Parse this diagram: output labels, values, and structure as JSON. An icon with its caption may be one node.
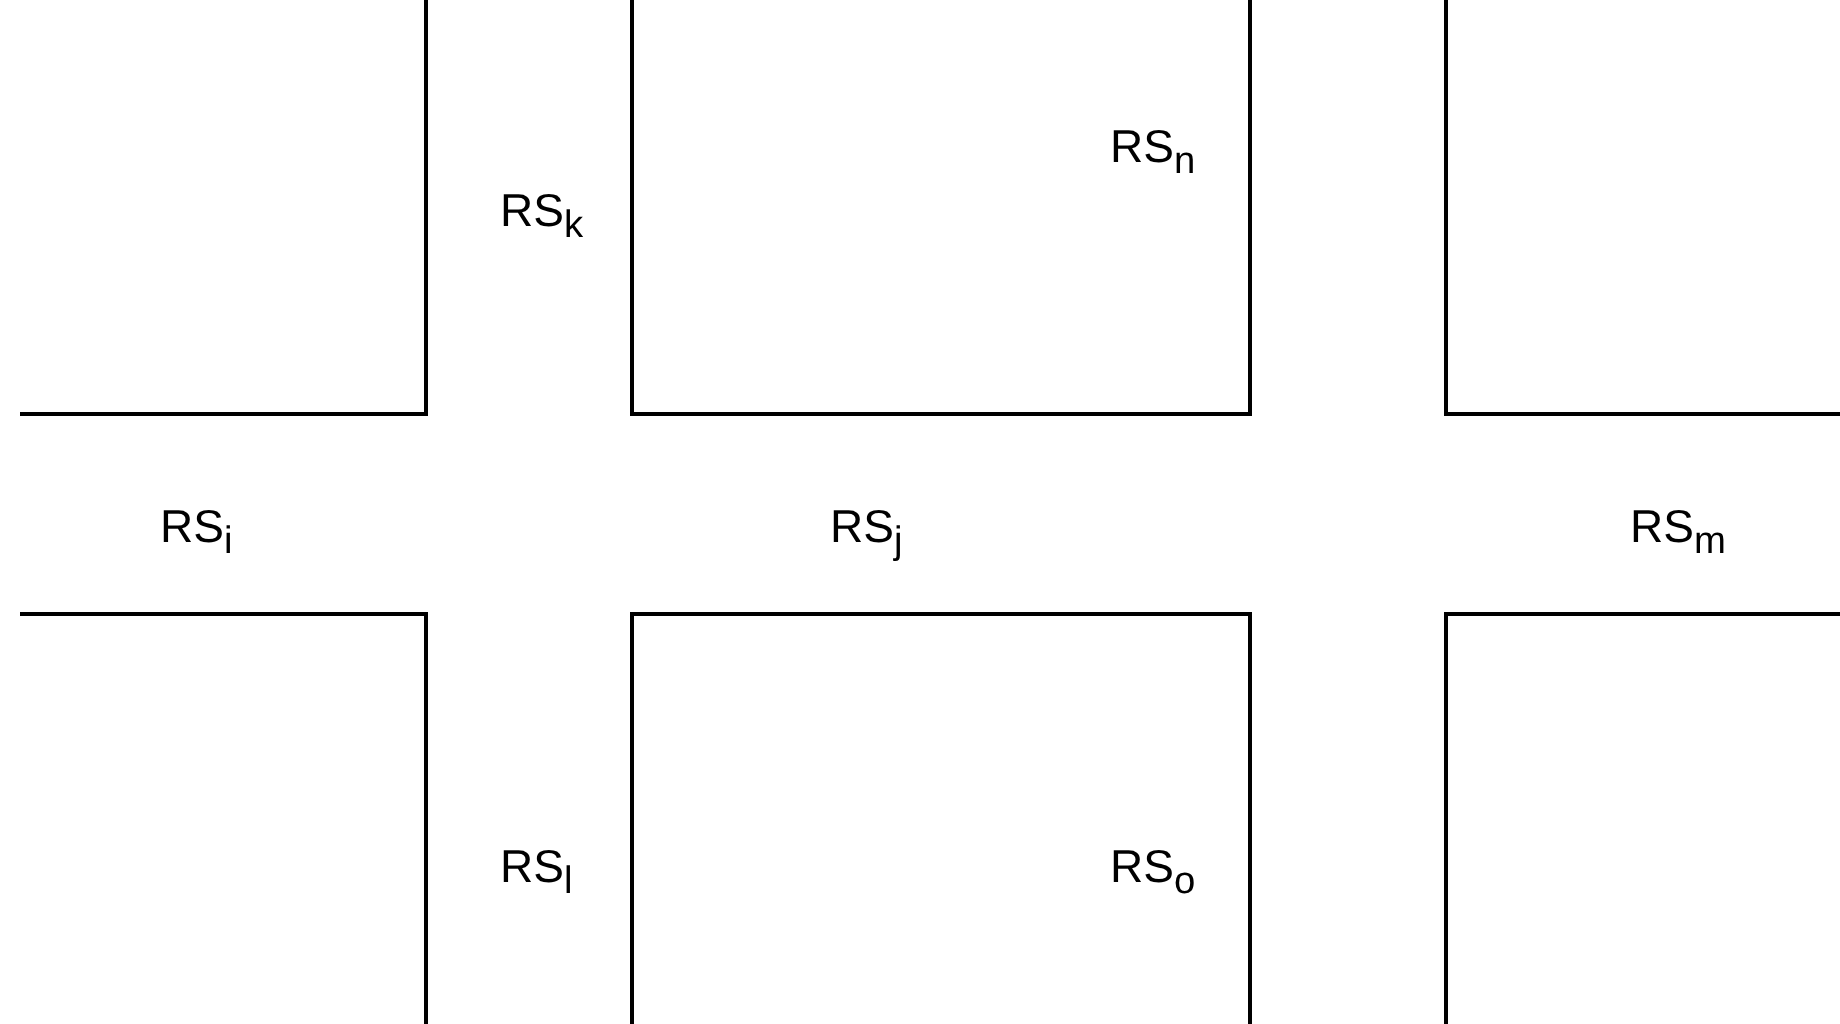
{
  "diagram": {
    "labels": [
      "RS$_{k}$",
      "RS$_{n}$",
      "RS$_{i}$",
      "RS$_{j}$",
      "RS$_{m}$",
      "RS$_{l}$",
      "RS$_{o}$"
    ]
  }
}
